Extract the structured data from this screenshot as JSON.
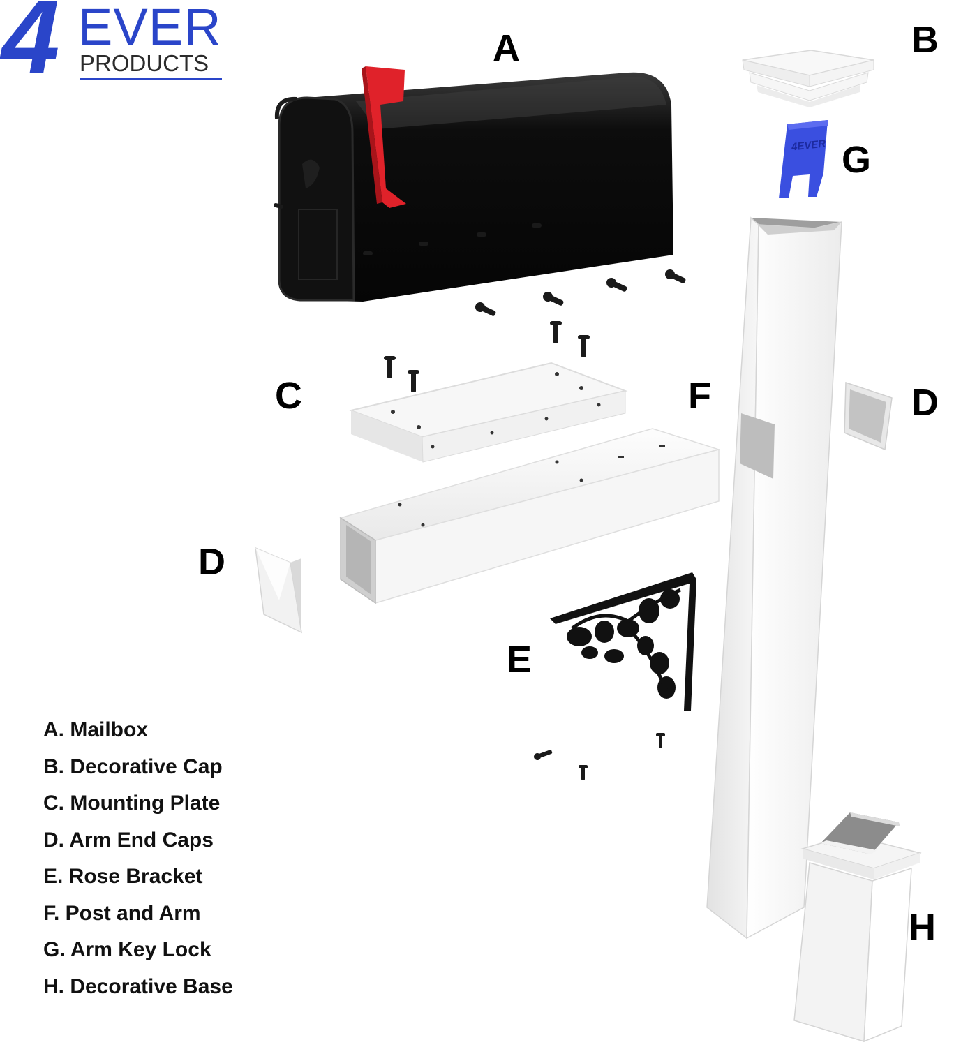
{
  "logo": {
    "mark": "4",
    "word": "EVER",
    "sub": "PRODUCTS",
    "color": "#2a45c9"
  },
  "labels": {
    "A": "A",
    "B": "B",
    "C": "C",
    "D1": "D",
    "D2": "D",
    "E": "E",
    "F": "F",
    "G": "G",
    "H": "H"
  },
  "legend": [
    "A. Mailbox",
    "B. Decorative Cap",
    "C. Mounting Plate",
    "D. Arm End Caps",
    "E. Rose Bracket",
    "F. Post and Arm",
    "G. Arm Key Lock",
    "H. Decorative Base"
  ],
  "key_lock": {
    "text": "4EVER",
    "color": "#3a4fe0"
  },
  "colors": {
    "mailbox": "#0c0c0c",
    "flag": "#e0222a",
    "white_part": "#f4f4f4",
    "shadow": "#bdbdbd"
  }
}
